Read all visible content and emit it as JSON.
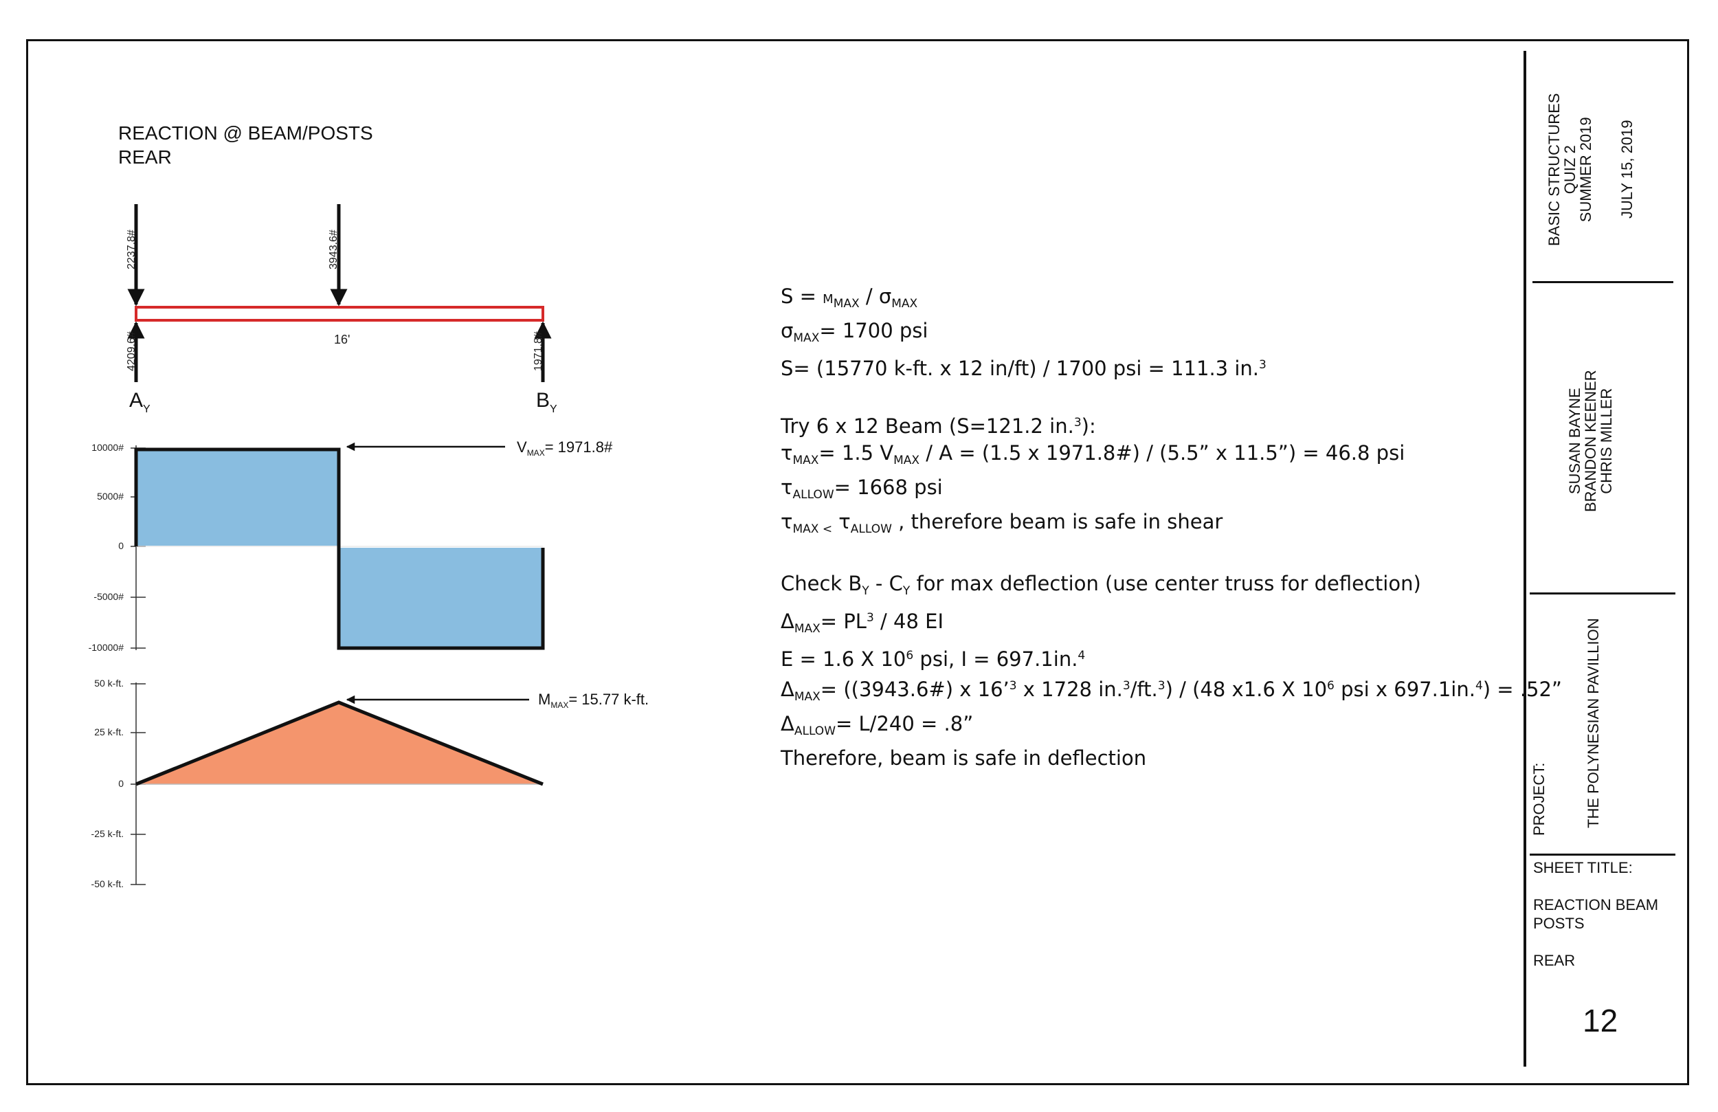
{
  "header": {
    "line1": "REACTION @ BEAM/POSTS",
    "line2": "REAR"
  },
  "beam": {
    "load_left": "2237.8#",
    "load_mid": "3943.6#",
    "reaction_left": "4209.6#",
    "reaction_right": "1971.8#",
    "span": "16'",
    "support_a": "A",
    "support_a_sub": "Y",
    "support_b": "B",
    "support_b_sub": "Y",
    "beam_color": "#d62a2a"
  },
  "shear": {
    "ticks": [
      "10000#",
      "5000#",
      "0",
      "-5000#",
      "-10000#"
    ],
    "vmax_label": "V",
    "vmax_sub": "MAX",
    "vmax_value": "= 1971.8#",
    "fill": "#89bde0"
  },
  "moment": {
    "ticks": [
      "50 k-ft.",
      "25 k-ft.",
      "0",
      "-25 k-ft.",
      "-50 k-ft."
    ],
    "mmax_label": "M",
    "mmax_sub": "MAX",
    "mmax_value": "= 15.77 k-ft.",
    "fill": "#f4956d"
  },
  "calc": {
    "l1a": "S = ",
    "l1b": "M",
    "l1c": "MAX",
    "l1d": " / σ",
    "l1e": "MAX",
    "l2a": "σ",
    "l2b": "MAX",
    "l2c": "= 1700 psi",
    "l3a": "S= (15770 k-ft. x 12 in/ft) / 1700 psi = 111.3 in.",
    "l3b": "3",
    "l4a": "Try 6 x 12 Beam (S=121.2 in.",
    "l4b": "3",
    "l4c": "):",
    "l5a": "τ",
    "l5b": "MAX",
    "l5c": "= 1.5 V",
    "l5d": "MAX",
    "l5e": " / A = (1.5 x 1971.8#) / (5.5” x 11.5”) = 46.8 psi",
    "l6a": "τ",
    "l6b": "ALLOW",
    "l6c": "= 1668 psi",
    "l7a": "τ",
    "l7b": "MAX <",
    "l7c": " τ",
    "l7d": "ALLOW",
    "l7e": " , therefore beam is safe in shear",
    "l8a": "Check B",
    "l8b": "Y",
    "l8c": " - C",
    "l8d": "Y",
    "l8e": " for max deflection (use center truss for deflection)",
    "l9a": "Δ",
    "l9b": "MAX",
    "l9c": "= PL",
    "l9d": "3",
    "l9e": " / 48 EI",
    "l10a": "E = 1.6 X 10",
    "l10b": "6",
    "l10c": " psi, I = 697.1in.",
    "l10d": "4",
    "l11a": "Δ",
    "l11b": "MAX",
    "l11c": "= ((3943.6#) x 16’",
    "l11d": "3",
    "l11e": " x 1728 in.",
    "l11f": "3",
    "l11g": "/ft.",
    "l11h": "3",
    "l11i": ") / (48 x1.6 X 10",
    "l11j": "6",
    "l11k": " psi x 697.1in.",
    "l11l": "4",
    "l11m": ") = .52”",
    "l12a": "Δ",
    "l12b": "ALLOW",
    "l12c": "= L/240 = .8”",
    "l13": "Therefore, beam is safe in deflection"
  },
  "title_block": {
    "course1": "BASIC STRUCTURES",
    "course2": "QUIZ 2",
    "course3": "SUMMER 2019",
    "date": "JULY 15, 2019",
    "name1": "SUSAN BAYNE",
    "name2": "BRANDON KEENER",
    "name3": "CHRIS MILLER",
    "project_label": "PROJECT:",
    "project_name": "THE POLYNESIAN PAVILLION",
    "sheet_title_label": "SHEET TITLE:",
    "sheet_title1": "REACTION BEAM",
    "sheet_title2": "POSTS",
    "sheet_title3": "REAR",
    "sheet_number": "12"
  }
}
